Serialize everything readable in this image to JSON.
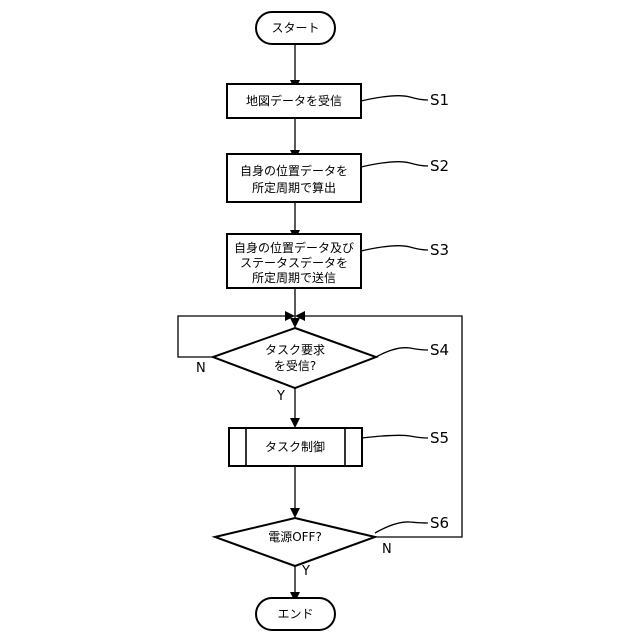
{
  "start": "スタート",
  "end": "エンド",
  "steps": [
    {
      "id": "S1",
      "lines": [
        "地図データを受信"
      ]
    },
    {
      "id": "S2",
      "lines": [
        "自身の位置データを",
        "所定周期で算出"
      ]
    },
    {
      "id": "S3",
      "lines": [
        "自身の位置データ及び",
        "ステータスデータを",
        "所定周期で送信"
      ]
    },
    {
      "id": "S4",
      "lines": [
        "タスク要求",
        "を受信?"
      ]
    },
    {
      "id": "S5",
      "lines": [
        "タスク制御"
      ]
    },
    {
      "id": "S6",
      "lines": [
        "電源OFF?"
      ]
    }
  ],
  "branch_labels": {
    "no": "N",
    "yes": "Y"
  }
}
